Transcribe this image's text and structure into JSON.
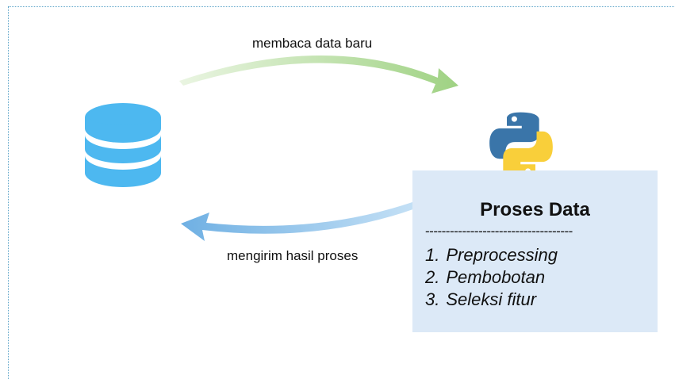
{
  "diagram": {
    "edges": {
      "read": {
        "label": "membaca data baru",
        "color": "#9fd283"
      },
      "send": {
        "label": "mengirim hasil proses",
        "color": "#6fb0e3"
      }
    },
    "database": {
      "icon": "database-icon",
      "color": "#4db8f0"
    },
    "python": {
      "icon": "python-logo-icon",
      "blue": "#3a75a9",
      "yellow": "#f9cf3a"
    },
    "process": {
      "title": "Proses Data",
      "divider": "------------------------------------",
      "background": "#dce9f7",
      "steps": [
        {
          "num": "1.",
          "label": "Preprocessing"
        },
        {
          "num": "2.",
          "label": "Pembobotan"
        },
        {
          "num": "3.",
          "label": "Seleksi fitur"
        }
      ]
    }
  }
}
